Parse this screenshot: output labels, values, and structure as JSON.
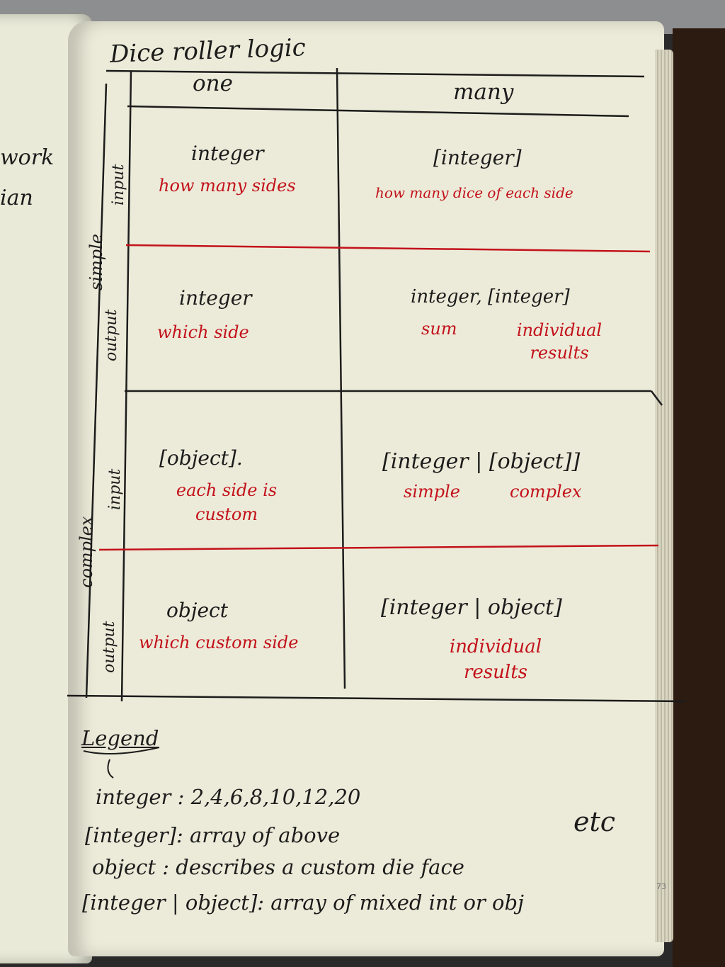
{
  "left_page_fragments": [
    "work",
    "ian"
  ],
  "title": "Dice roller logic",
  "columns": {
    "one": "one",
    "many": "many"
  },
  "row_groups": {
    "simple": "simple",
    "complex": "complex"
  },
  "rows": {
    "simple_input": {
      "label": "input",
      "one": {
        "main": "integer",
        "note": "how many sides"
      },
      "many": {
        "main": "[integer]",
        "note": "how many dice of each side"
      }
    },
    "simple_output": {
      "label": "output",
      "one": {
        "main": "integer",
        "note": "which side"
      },
      "many": {
        "main": "integer, [integer]",
        "note_a": "sum",
        "note_b": "individual results"
      }
    },
    "complex_input": {
      "label": "input",
      "one": {
        "main": "[object].",
        "note": "each side is custom"
      },
      "many": {
        "main": "[integer | [object]]",
        "note_a": "simple",
        "note_b": "complex"
      }
    },
    "complex_output": {
      "label": "output",
      "one": {
        "main": "object",
        "note": "which custom side"
      },
      "many": {
        "main": "[integer | object]",
        "note": "individual results"
      }
    }
  },
  "legend": {
    "heading": "Legend",
    "lines": [
      "integer : 2,4,6,8,10,12,20",
      "[integer]: array of above",
      "object : describes a custom die face",
      "[integer | object]: array of mixed int or obj"
    ],
    "etc": "etc"
  },
  "page_number": "73",
  "colors": {
    "black_ink": "#1c1c1c",
    "red_ink": "#c3111b",
    "paper": "#ecebd9"
  }
}
